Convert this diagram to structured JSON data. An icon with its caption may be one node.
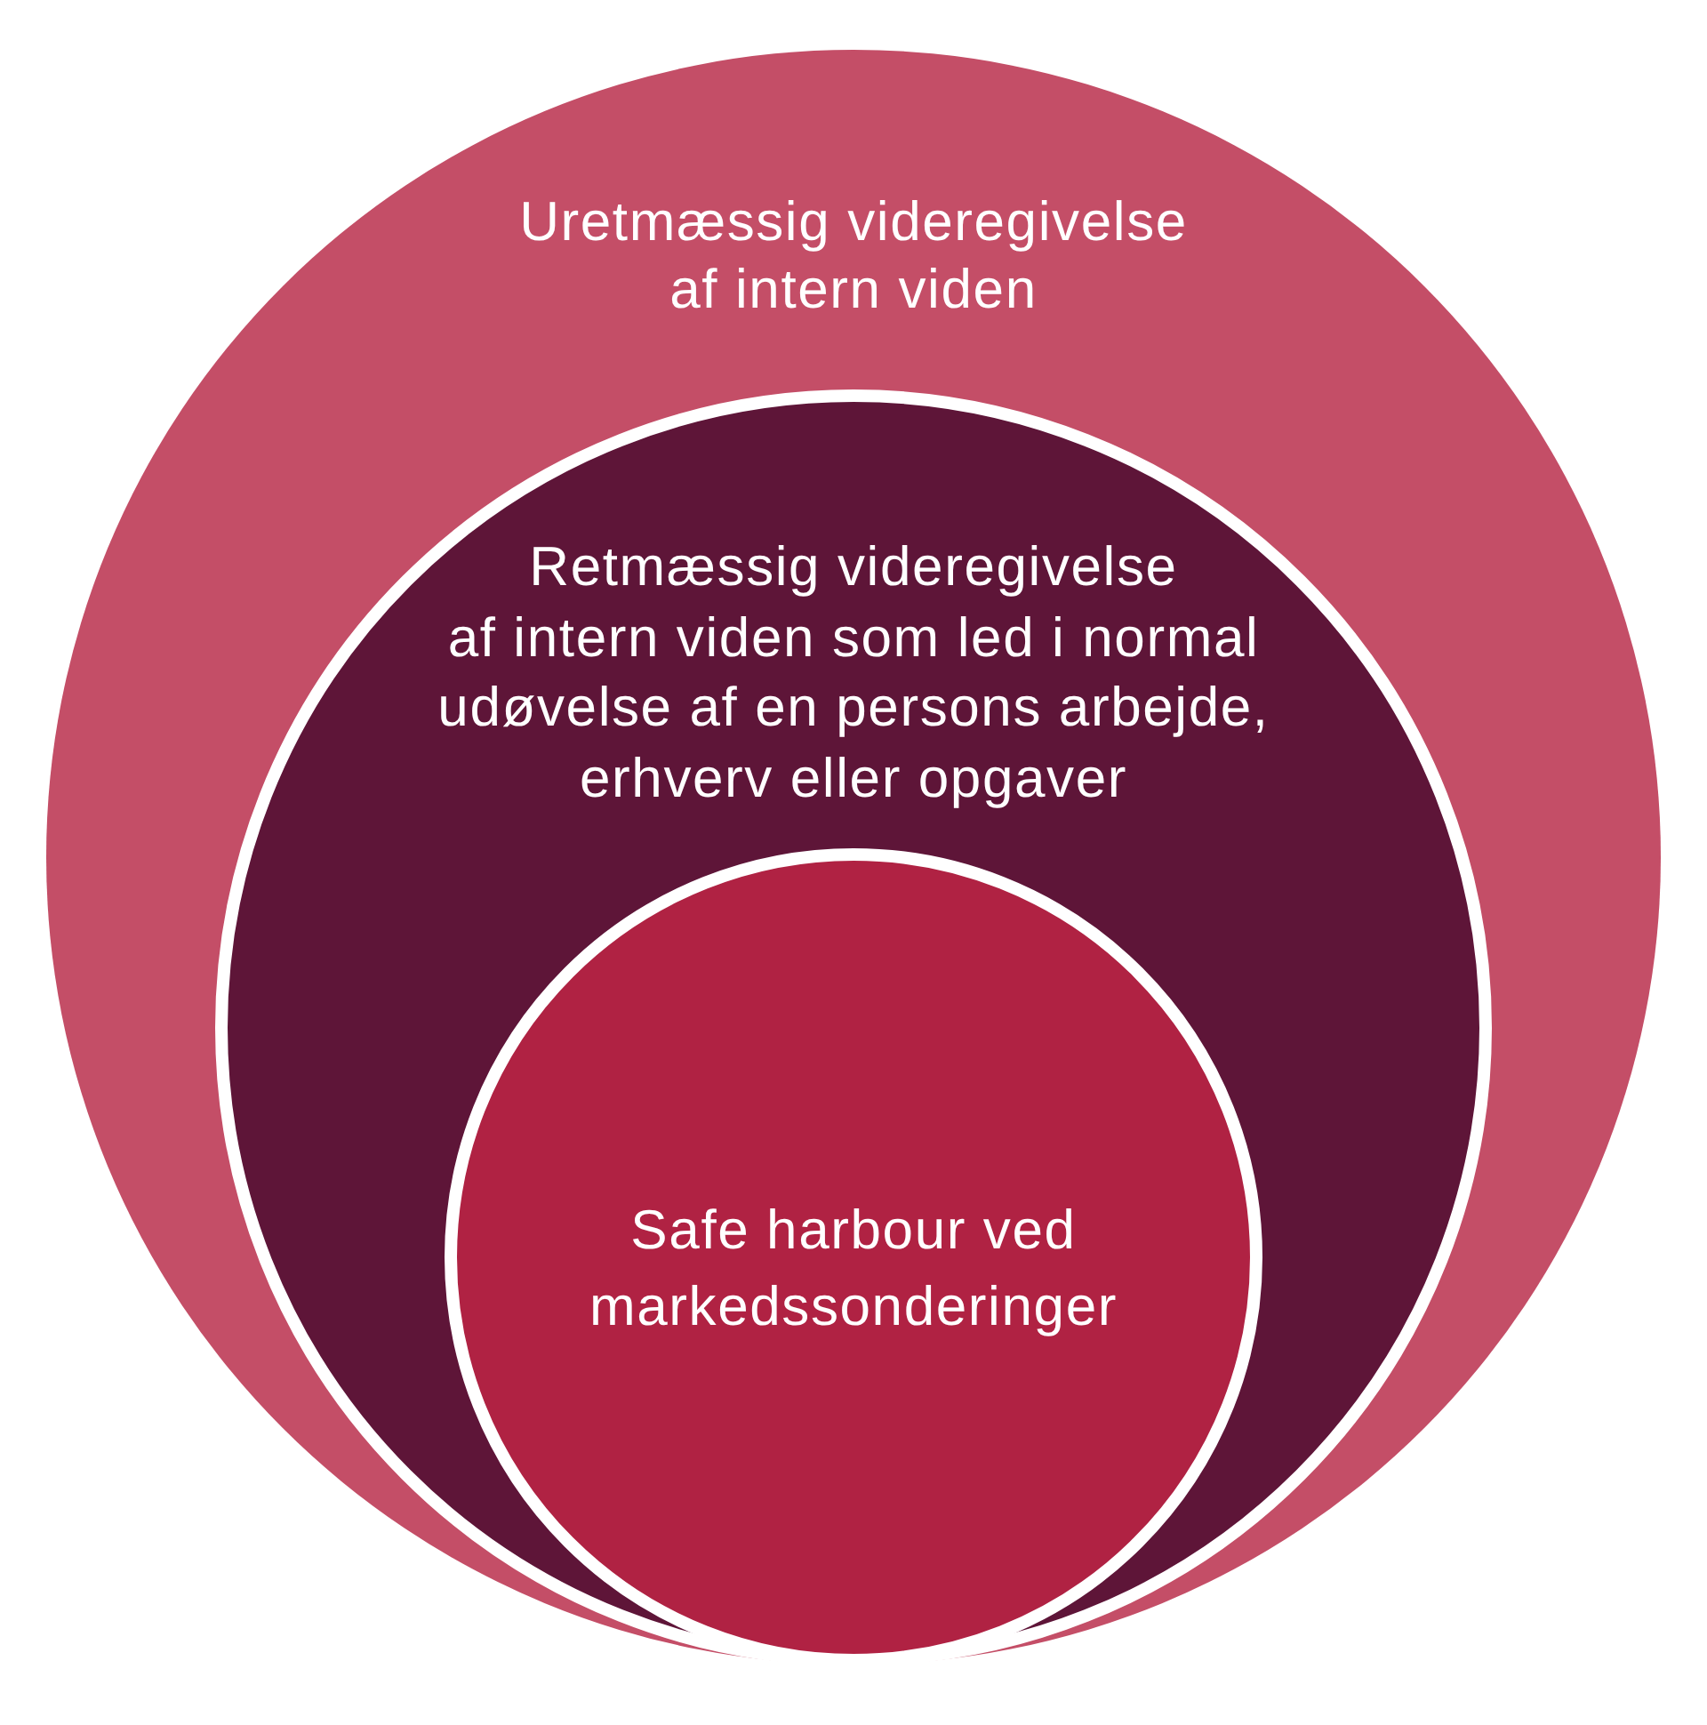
{
  "diagram": {
    "nodes": [
      {
        "text": [
          "Uretmæssig videregivelse af intern viden"
        ]
      },
      {
        "text": [
          "Retmæssig videregivelse af intern viden som led i normal udøvelse af en persons arbejde, erhverv eller opgaver"
        ],
        "in": 0
      },
      {
        "text": [
          "Safe harbour ved markedssonderinger"
        ],
        "in": 1
      }
    ]
  }
}
